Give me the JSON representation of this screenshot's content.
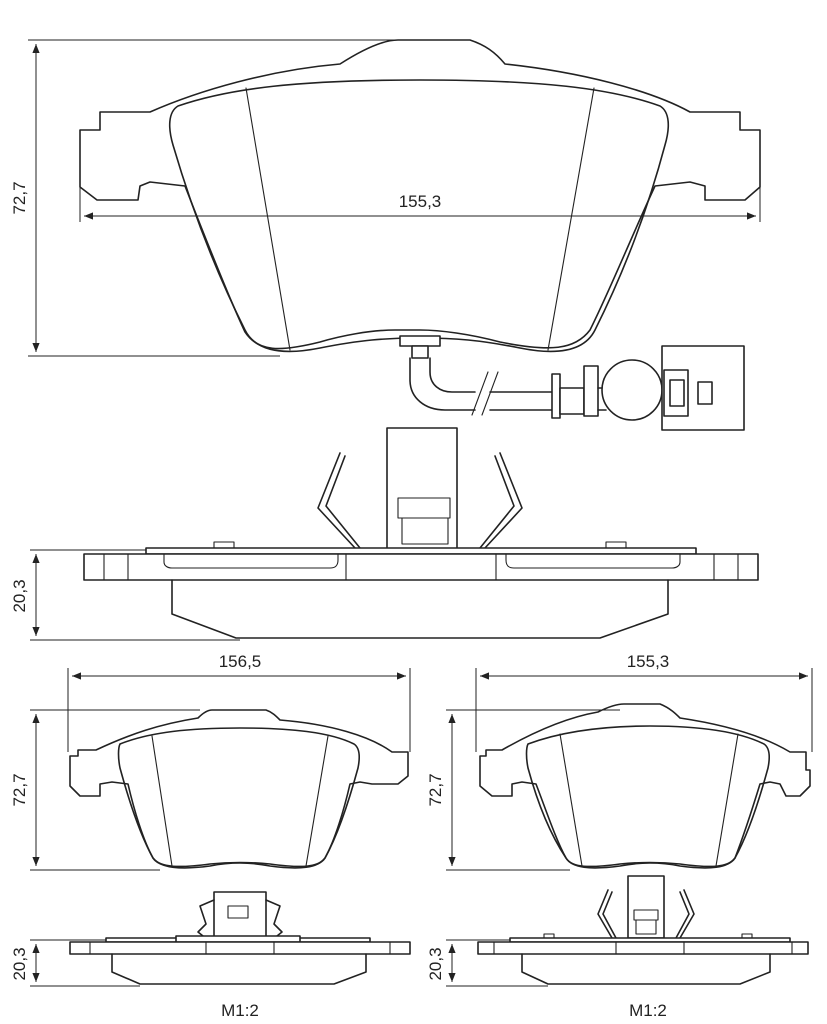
{
  "main_view": {
    "height_label": "72,7",
    "width_label": "155,3",
    "side_thickness_label": "20,3"
  },
  "left_view": {
    "width_label": "156,5",
    "height_label": "72,7",
    "thickness_label": "20,3",
    "scale_label": "M1:2"
  },
  "right_view": {
    "width_label": "155,3",
    "height_label": "72,7",
    "thickness_label": "20,3",
    "scale_label": "M1:2"
  }
}
